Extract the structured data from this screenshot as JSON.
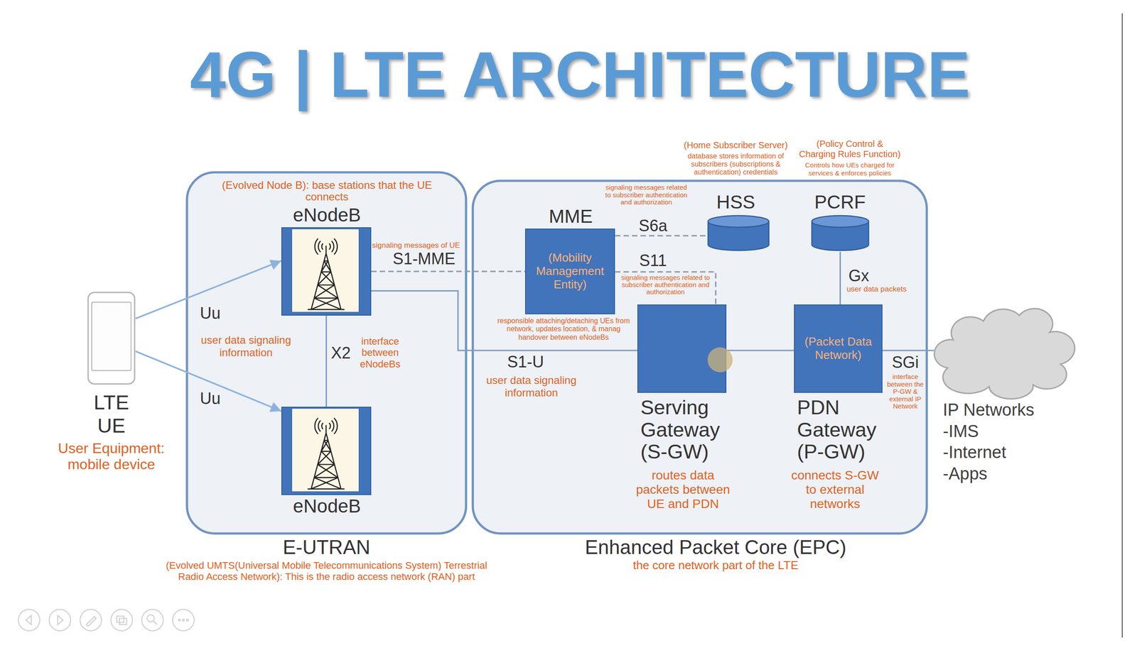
{
  "diagram": {
    "title": "4G | LTE ARCHITECTURE",
    "nodes": [
      {
        "text": [
          "LTE UE",
          "User Equipment: mobile device"
        ]
      },
      {
        "text": [
          "E-UTRAN",
          "(Evolved UMTS(Universal Mobile Telecommunications System) Terrestrial Radio Access Network): This is the radio access network (RAN) part"
        ]
      },
      {
        "text": [
          "(Evolved Node B): base stations that the UE connects",
          "eNodeB"
        ],
        "in": 1
      },
      {
        "text": [
          "eNodeB"
        ],
        "in": 1
      },
      {
        "text": [
          "Enhanced Packet Core (EPC)",
          "the core network part of the LTE"
        ]
      },
      {
        "text": [
          "MME",
          "(Mobility Management Entity)",
          "responsible attaching/detaching UEs from network, updates location, & manag handover between eNodeBs"
        ],
        "in": 4
      },
      {
        "text": [
          "(Home Subscriber Server)",
          "database stores information of subscribers (subscriptions & authentication) credentials",
          "HSS"
        ],
        "in": 4
      },
      {
        "text": [
          "(Policy Control & Charging Rules Function)",
          "Controls how UEs charged for services & enforces policies",
          "PCRF"
        ],
        "in": 4
      },
      {
        "text": [
          "Serving Gateway (S-GW)",
          "routes data packets between UE and PDN"
        ],
        "in": 4
      },
      {
        "text": [
          "(Packet Data Network)",
          "PDN Gateway (P-GW)",
          "connects S-GW to external networks"
        ],
        "in": 4
      },
      {
        "text": [
          "IP Networks",
          "-IMS",
          "-Internet",
          "-Apps"
        ]
      }
    ],
    "edges": [
      {
        "from": 0,
        "to": 2,
        "label": "Uu",
        "arrow": "to"
      },
      {
        "from": 0,
        "to": 3,
        "label": "Uu",
        "arrow": "to"
      },
      {
        "from": 2,
        "to": 3,
        "label": "X2",
        "arrow": "none"
      },
      {
        "from": 2,
        "to": 5,
        "label": "S1-MME",
        "arrow": "none"
      },
      {
        "from": 2,
        "to": 8,
        "label": "S1-U",
        "arrow": "none"
      },
      {
        "from": 5,
        "to": 6,
        "label": "S6a",
        "arrow": "none"
      },
      {
        "from": 5,
        "to": 8,
        "label": "S11",
        "arrow": "none"
      },
      {
        "from": 7,
        "to": 9,
        "label": "Gx",
        "arrow": "none"
      },
      {
        "from": 8,
        "to": 9,
        "arrow": "none"
      },
      {
        "from": 9,
        "to": 10,
        "label": "SGi",
        "arrow": "none"
      }
    ],
    "labels": [
      "user data signaling information",
      "interface between eNodeBs",
      "signaling messages of UE",
      "signaling messages related to subscriber authentication and authorization",
      "signaling messages related to subscriber authentication and authorization",
      "user data packets",
      "user data signaling information",
      "interface between the P-GW & external IP Network"
    ]
  }
}
